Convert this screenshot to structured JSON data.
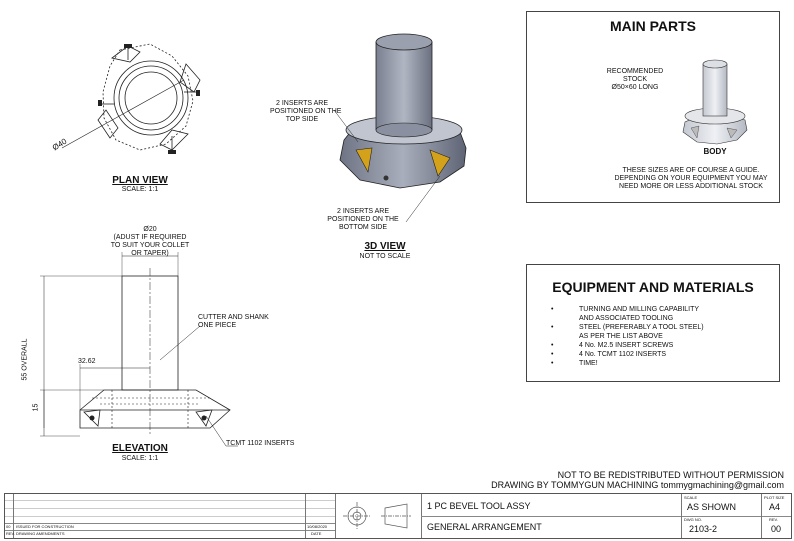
{
  "plan_view": {
    "title": "PLAN VIEW",
    "scale": "SCALE: 1:1",
    "dim_diameter": "Ø40"
  },
  "view_3d": {
    "title": "3D VIEW",
    "scale": "NOT TO SCALE",
    "note_top": [
      "2 INSERTS ARE",
      "POSITIONED ON THE",
      "TOP SIDE"
    ],
    "note_bottom": [
      "2 INSERTS ARE",
      "POSITIONED ON THE",
      "BOTTOM SIDE"
    ]
  },
  "elevation": {
    "title": "ELEVATION",
    "scale": "SCALE: 1:1",
    "shank_note": [
      "Ø20",
      "(ADUST IF REQUIRED",
      "TO SUIT YOUR COLLET",
      "OR TAPER)"
    ],
    "cutter_note": [
      "CUTTER AND SHANK",
      "ONE PIECE"
    ],
    "dim_overall": "55 OVERALL",
    "dim_radius": "32.62",
    "dim_height": "15",
    "inserts_note": "TCMT 1102 INSERTS"
  },
  "main_parts": {
    "title": "MAIN PARTS",
    "stock_note": [
      "RECOMMENDED",
      "STOCK",
      "Ø50×60 LONG"
    ],
    "body_label": "BODY",
    "guide_note": [
      "THESE SIZES ARE OF COURSE A GUIDE.",
      "DEPENDING ON YOUR EQUIPMENT YOU MAY",
      "NEED MORE OR LESS ADDITIONAL STOCK"
    ]
  },
  "equipment": {
    "title": "EQUIPMENT AND MATERIALS",
    "items": [
      "TURNING AND MILLING CAPABILITY",
      "AND ASSOCIATED TOOLING",
      "STEEL (PREFERABLY A TOOL STEEL)",
      "AS PER THE LIST ABOVE",
      "4 No. M2.5 INSERT SCREWS",
      "4 No. TCMT 1102 INSERTS",
      "TIME!"
    ],
    "bullets": [
      true,
      false,
      true,
      false,
      true,
      true,
      true
    ]
  },
  "footer": {
    "notice": "NOT TO BE REDISTRIBUTED WITHOUT PERMISSION",
    "drawn_by": "DRAWING BY TOMMYGUN MACHINING tommygmachining@gmail.com"
  },
  "title_block": {
    "rev_row_rev": "00",
    "rev_row_desc": "ISSUED FOR CONSTRUCTION",
    "rev_row_date": "10/08/2020",
    "hdr_rev": "REV.",
    "hdr_amend": "DRAWING AMENDMENTS",
    "hdr_date": "DATE",
    "drawing_title": "1 PC BEVEL TOOL ASSY",
    "drawing_subtitle": "GENERAL ARRANGEMENT",
    "scale_label": "SCALE",
    "scale_value": "AS SHOWN",
    "plot_label": "PLOT SIZE",
    "plot_value": "A4",
    "dwg_label": "DWG NO.",
    "dwg_value": "2103-2",
    "rev_label": "REV.",
    "rev_value": "00"
  }
}
